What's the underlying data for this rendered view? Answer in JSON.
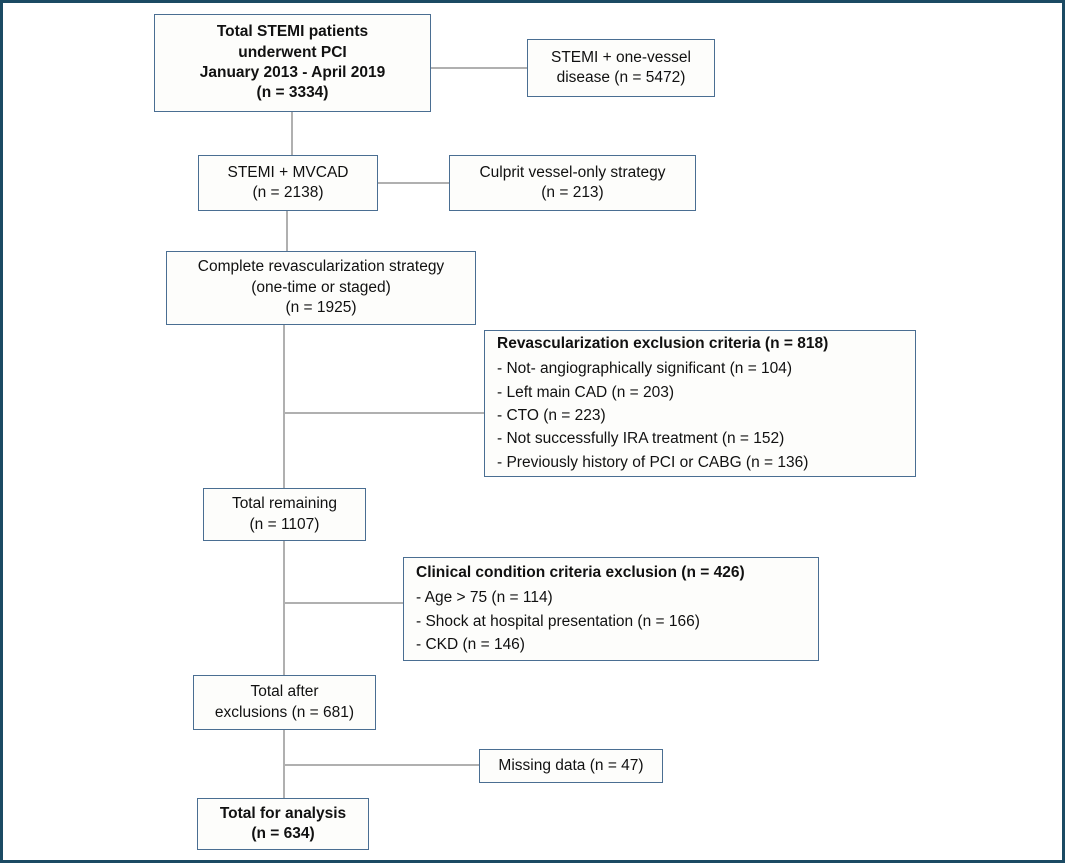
{
  "figure": {
    "kind": "patient-flow-diagram",
    "border_color": "#1b4a63",
    "box_border_color": "#4a6e92",
    "connector_color": "#b0b0b0",
    "background": "#ffffff"
  },
  "nodes": {
    "total_stemi": {
      "lines": [
        "Total STEMI patients",
        "underwent PCI",
        "January 2013 - April 2019",
        "(n = 3334)"
      ],
      "bold": true,
      "n": 3334
    },
    "one_vessel": {
      "lines": [
        "STEMI + one-vessel",
        "disease (n = 5472)"
      ],
      "bold": false,
      "n": 5472
    },
    "mvcad": {
      "lines": [
        "STEMI + MVCAD",
        "(n = 2138)"
      ],
      "bold": false,
      "n": 2138
    },
    "culprit": {
      "lines": [
        "Culprit vessel-only strategy",
        "(n = 213)"
      ],
      "bold": false,
      "n": 213
    },
    "complete_revasc": {
      "lines": [
        "Complete revascularization strategy",
        "(one-time or staged)",
        "(n = 1925)"
      ],
      "bold": false,
      "n": 1925
    },
    "revasc_exclusion": {
      "heading": "Revascularization exclusion criteria (n = 818)",
      "n": 818,
      "items": [
        "- Not- angiographically significant (n = 104)",
        "- Left main CAD (n = 203)",
        "- CTO (n = 223)",
        "- Not successfully IRA treatment (n = 152)",
        "- Previously history of PCI or CABG (n = 136)"
      ],
      "item_values": [
        104,
        203,
        223,
        152,
        136
      ]
    },
    "total_remaining": {
      "lines": [
        "Total remaining",
        "(n = 1107)"
      ],
      "bold": false,
      "n": 1107
    },
    "clinical_exclusion": {
      "heading": "Clinical condition criteria exclusion (n = 426)",
      "n": 426,
      "items": [
        "- Age > 75 (n = 114)",
        "- Shock at hospital presentation (n = 166)",
        "- CKD (n = 146)"
      ],
      "item_values": [
        114,
        166,
        146
      ]
    },
    "total_after": {
      "lines": [
        "Total after",
        "exclusions (n = 681)"
      ],
      "bold": false,
      "n": 681
    },
    "missing_data": {
      "lines": [
        "Missing data (n = 47)"
      ],
      "bold": false,
      "n": 47
    },
    "total_analysis": {
      "lines": [
        "Total for analysis",
        "(n = 634)"
      ],
      "bold": true,
      "n": 634
    }
  }
}
